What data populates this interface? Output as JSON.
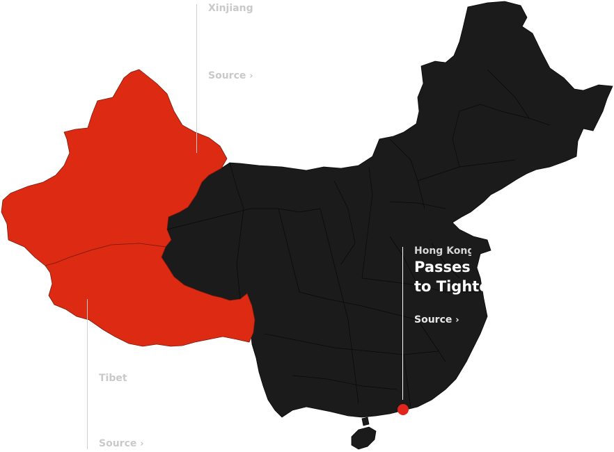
{
  "colors": {
    "highlight": "#dd2a12",
    "land": "#1b1b1b",
    "marker": "#e3261d",
    "muted_text": "#c9c9c9"
  },
  "regions": {
    "highlighted": [
      "Xinjiang",
      "Tibet"
    ]
  },
  "labels": {
    "xinjiang": {
      "name": "Xinjiang",
      "source": "Source",
      "chevron": "›"
    },
    "tibet": {
      "name": "Tibet",
      "source": "Source",
      "chevron": "›"
    },
    "hongkong": {
      "name": "Hong Kong",
      "headline_line1": "Passes",
      "headline_line2": "to Tighte",
      "source": "Source",
      "chevron": "›"
    }
  }
}
